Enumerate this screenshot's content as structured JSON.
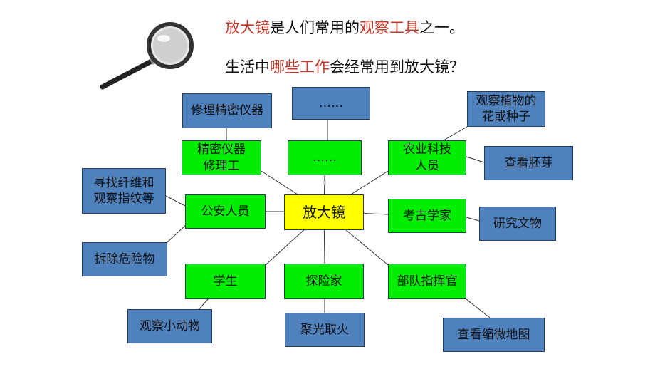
{
  "header": {
    "line1": {
      "part1": "放大镜",
      "part2": "是人们常用的",
      "part3": "观察工具",
      "part4": "之一。"
    },
    "line2": {
      "part1": "生活中",
      "part2": "哪些工作",
      "part3": "会经常用到放大镜？"
    }
  },
  "diagram": {
    "center": "放大镜",
    "nodes": {
      "precision_repair": "精密仪器\n修理工",
      "ellipsis_green": "……",
      "agri_tech": "农业科技\n人员",
      "police": "公安人员",
      "archaeologist": "考古学家",
      "student": "学生",
      "explorer": "探险家",
      "commander": "部队指挥官"
    },
    "uses": {
      "repair_instruments": "修理精密仪器",
      "ellipsis_blue": "……",
      "observe_plants": "观察植物的\n花或种子",
      "check_germ": "查看胚芽",
      "fibers_fingerprints": "寻找纤维和\n观察指纹等",
      "remove_danger": "拆除危险物",
      "study_relics": "研究文物",
      "observe_animals": "观察小动物",
      "focus_light_fire": "聚光取火",
      "view_map": "查看缩微地图"
    },
    "colors": {
      "center": "#ffff00",
      "role": "#00ee00",
      "use": "#4f81bd",
      "highlight_text": "#c0392b"
    }
  }
}
